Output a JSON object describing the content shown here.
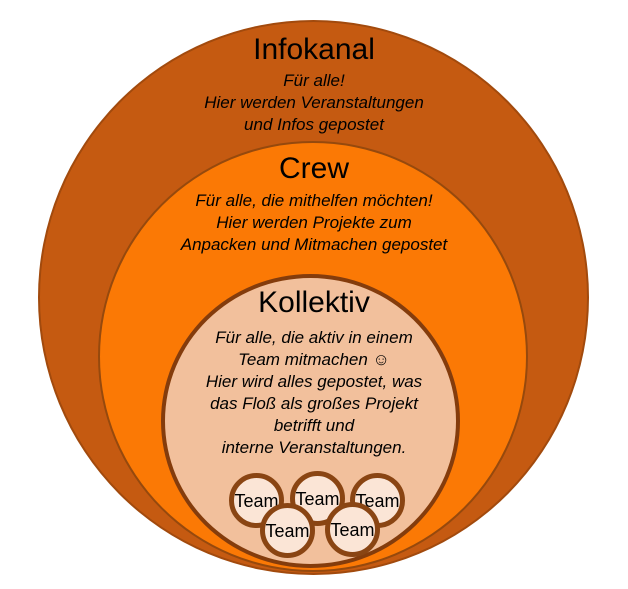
{
  "rings": [
    {
      "id": "infokanal",
      "title": "Infokanal",
      "lines": [
        "Für alle!",
        "Hier werden Veranstaltungen",
        "und Infos gepostet"
      ],
      "fill": "#C55A11",
      "border": "#A24A0D"
    },
    {
      "id": "crew",
      "title": "Crew",
      "lines": [
        "Für alle, die mithelfen möchten!",
        "Hier werden Projekte zum",
        "Anpacken und Mitmachen gepostet"
      ],
      "fill": "#FB7905",
      "border": "#96490D"
    },
    {
      "id": "kollektiv",
      "title": "Kollektiv",
      "lines": [
        "Für alle, die aktiv in einem",
        "Team mitmachen ☺",
        "Hier wird alles gepostet, was",
        "das Floß als großes Projekt",
        "betrifft und",
        "interne Veranstaltungen."
      ],
      "fill": "#F2C09C",
      "border": "#843C0C"
    }
  ],
  "teams": {
    "label": "Team",
    "count": 5,
    "fill": "#FBE5D6",
    "border": "#8A4513"
  },
  "text_color": "#000000",
  "background": "#FFFFFF"
}
